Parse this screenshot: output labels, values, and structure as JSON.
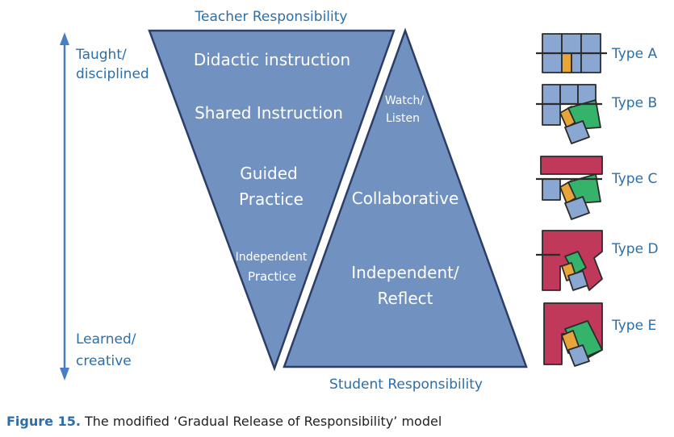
{
  "diagram": {
    "top_label": "Teacher Responsibility",
    "bottom_label": "Student Responsibility",
    "axis_top_line1": "Taught/",
    "axis_top_line2": "disciplined",
    "axis_bottom_line1": "Learned/",
    "axis_bottom_line2": "creative",
    "teacher_steps": {
      "didactic": "Didactic instruction",
      "shared": "Shared Instruction",
      "guided_line1": "Guided",
      "guided_line2": "Practice",
      "independent_line1": "Independent",
      "independent_line2": "Practice"
    },
    "student_steps": {
      "watch_line1": "Watch/",
      "watch_line2": "Listen",
      "collaborative": "Collaborative",
      "reflect_line1": "Independent/",
      "reflect_line2": "Reflect"
    },
    "types": [
      "Type A",
      "Type B",
      "Type C",
      "Type D",
      "Type E"
    ]
  },
  "colors": {
    "triangle_fill": "#7191c0",
    "triangle_stroke": "#2c3e66",
    "label_blue": "#2e6ea6",
    "arrow_blue": "#4a7ec4",
    "tile_blue": "#8aa7d2",
    "tile_orange": "#e7a43a",
    "tile_green": "#35b36a",
    "tile_crimson": "#c0385a",
    "outline": "#2b2b2b"
  },
  "caption": {
    "figure_label": "Figure 15.",
    "text": "The modified ‘Gradual Release of Responsibility’ model"
  }
}
